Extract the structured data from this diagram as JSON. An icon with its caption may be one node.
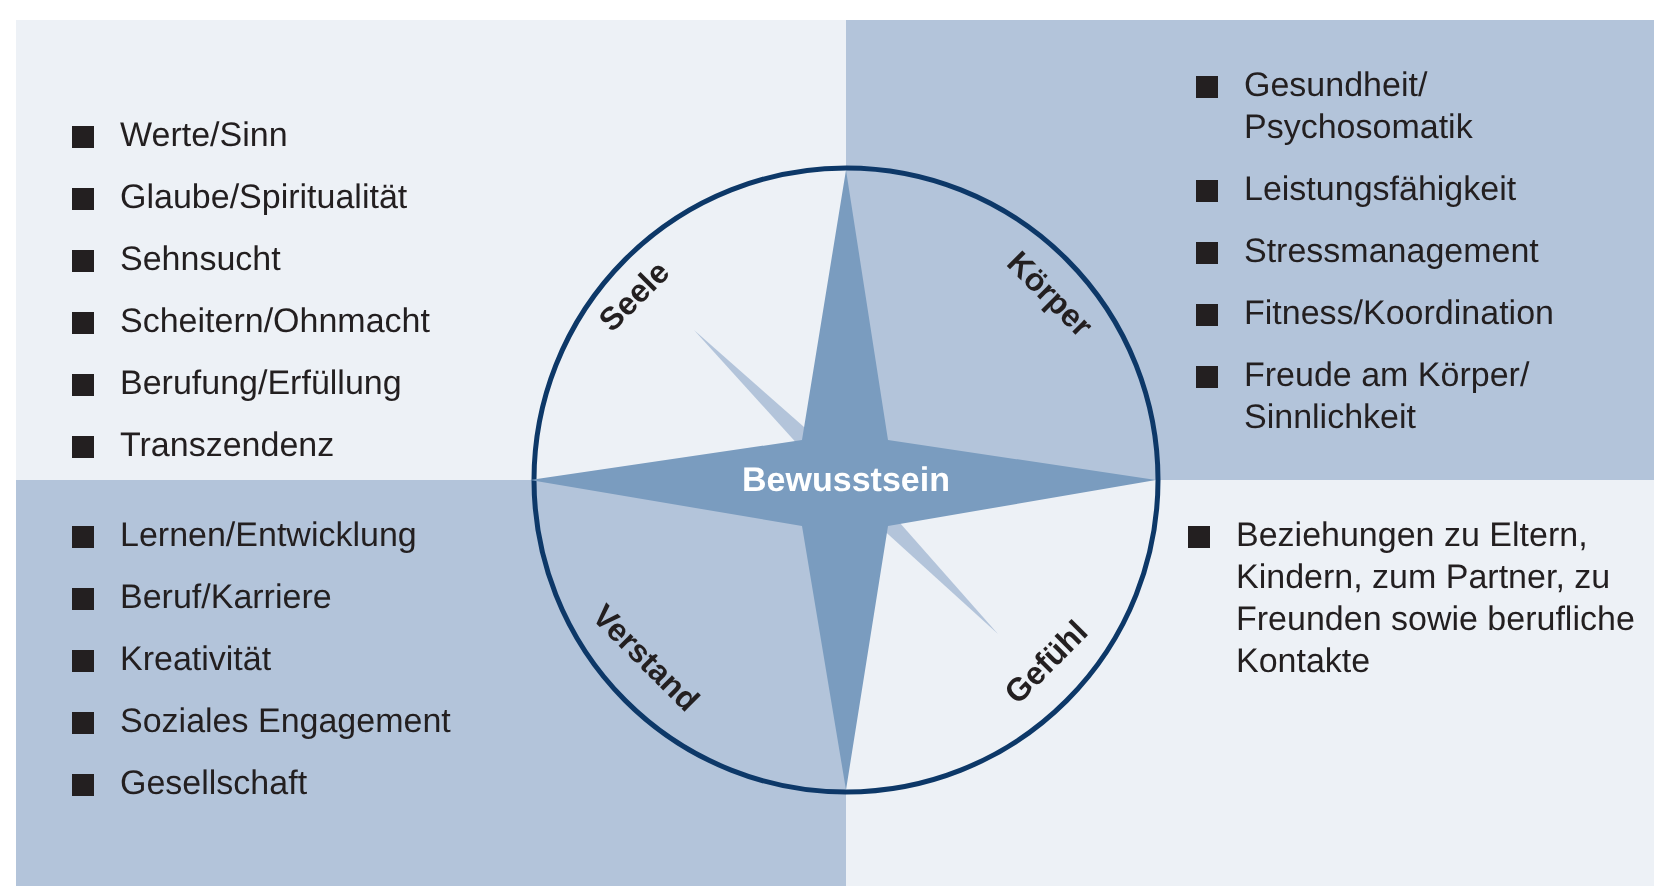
{
  "diagram": {
    "nodes": [
      {
        "text": [
          "Werte/Sinn",
          "Glaube/Spiritualität",
          "Sehnsucht",
          "Scheitern/Ohnmacht",
          "Berufung/Erfüllung",
          "Transzendenz"
        ]
      },
      {
        "text": [
          "Gesundheit/ Psychosomatik",
          "Leistungsfähigkeit",
          "Stressmanagement",
          "Fitness/Koordination",
          "Freude am Körper/ Sinnlichkeit"
        ]
      },
      {
        "text": [
          "Lernen/Entwicklung",
          "Beruf/Karriere",
          "Kreativität",
          "Soziales Engagement",
          "Gesellschaft"
        ]
      },
      {
        "text": [
          "Beziehungen zu Eltern, Kindern, zum Partner, zu Freunden sowie berufliche Kontakte"
        ]
      },
      {
        "text": [
          "Bewusstsein"
        ]
      }
    ],
    "labels": [
      "Seele",
      "Körper",
      "Verstand",
      "Gefühl"
    ]
  }
}
